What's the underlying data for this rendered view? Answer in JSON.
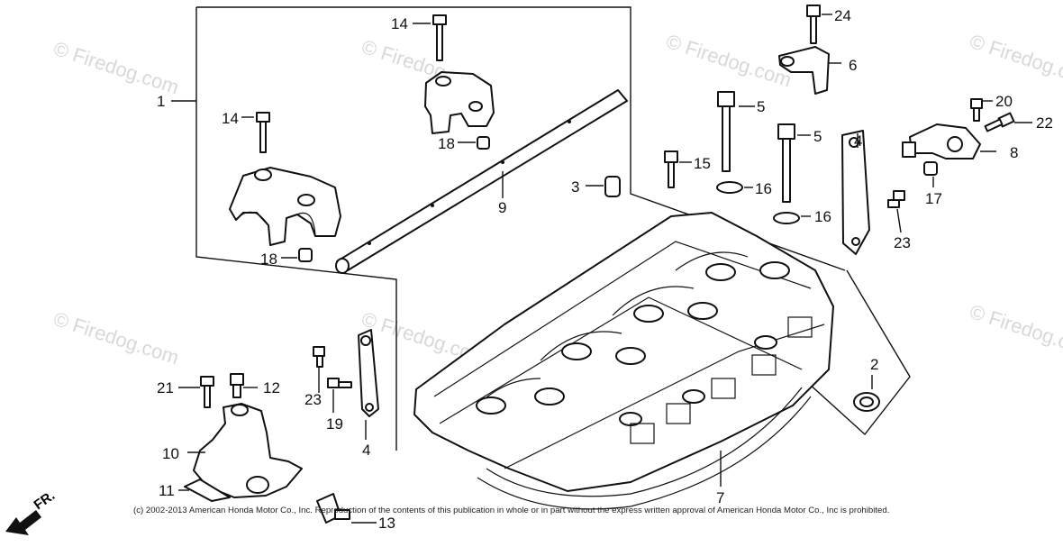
{
  "watermark": {
    "text": "© Firedog.com"
  },
  "callouts": {
    "c1": "1",
    "c2": "2",
    "c3": "3",
    "c4a": "4",
    "c4b": "4",
    "c5a": "5",
    "c5b": "5",
    "c6": "6",
    "c7": "7",
    "c8": "8",
    "c9": "9",
    "c10": "10",
    "c11": "11",
    "c12": "12",
    "c13": "13",
    "c14a": "14",
    "c14b": "14",
    "c15": "15",
    "c16a": "16",
    "c16b": "16",
    "c17": "17",
    "c18a": "18",
    "c18b": "18",
    "c19": "19",
    "c20": "20",
    "c21": "21",
    "c22": "22",
    "c23a": "23",
    "c23b": "23",
    "c24": "24"
  },
  "direction": {
    "label": "FR."
  },
  "copyright": "(c) 2002-2013 American Honda Motor Co., Inc. Reproduction of the contents of this publication in whole or in part without the express written approval of American Honda Motor Co., Inc is prohibited."
}
